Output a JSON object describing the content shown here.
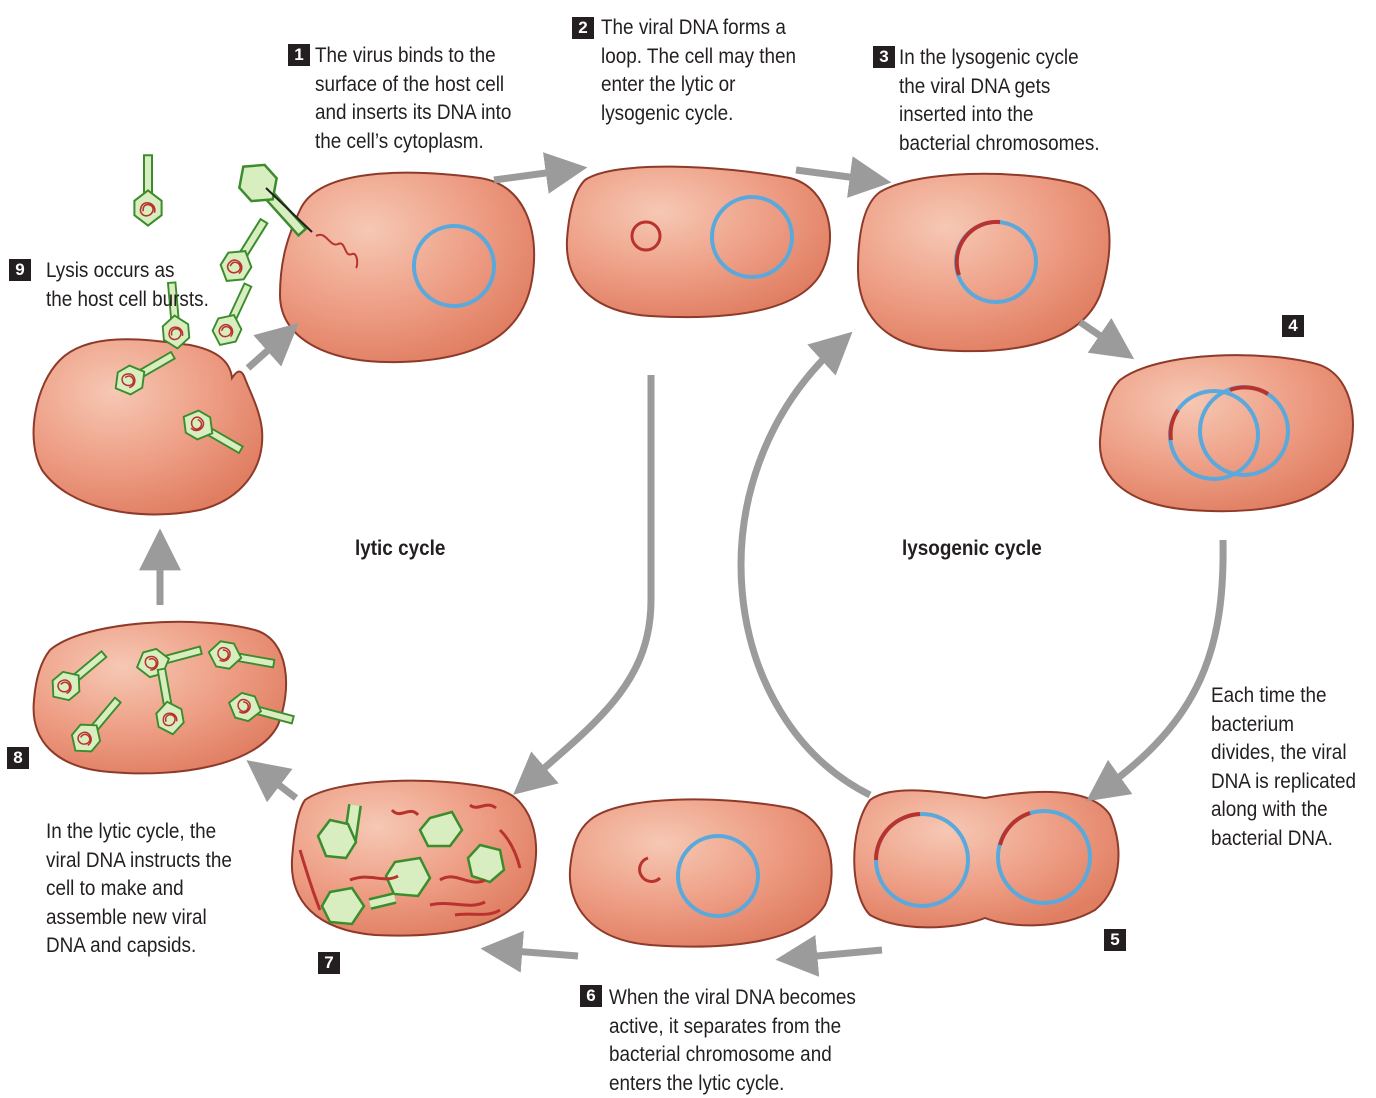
{
  "steps": {
    "s1": {
      "num": "1",
      "lines": [
        "The virus binds to the",
        "surface of the host cell",
        "and inserts its DNA into",
        "the cell’s cytoplasm."
      ]
    },
    "s2": {
      "num": "2",
      "lines": [
        "The viral DNA forms a",
        "loop. The cell may then",
        "enter the lytic or",
        "lysogenic cycle."
      ]
    },
    "s3": {
      "num": "3",
      "lines": [
        "In the lysogenic cycle",
        "the viral DNA gets",
        "inserted into the",
        "bacterial chromosomes."
      ]
    },
    "s4": {
      "num": "4"
    },
    "s5": {
      "num": "5",
      "lines": [
        "Each time the",
        "bacterium",
        "divides, the viral",
        "DNA is replicated",
        "along with the",
        "bacterial DNA."
      ]
    },
    "s6": {
      "num": "6",
      "lines": [
        "When the viral DNA becomes",
        "active, it separates from the",
        "bacterial chromosome and",
        "enters the lytic cycle."
      ]
    },
    "s7": {
      "num": "7",
      "lines": [
        "In the lytic cycle, the",
        "viral DNA instructs the",
        "cell to make and",
        "assemble new viral",
        "DNA and capsids."
      ]
    },
    "s8": {
      "num": "8"
    },
    "s9": {
      "num": "9",
      "lines": [
        "Lysis occurs as",
        "the host cell bursts."
      ]
    }
  },
  "cycles": {
    "lytic": "lytic cycle",
    "lysogenic": "lysogenic cycle"
  },
  "colors": {
    "cell_fill": "#ec9a80",
    "cell_stroke": "#8e3a2a",
    "bacterial_dna": "#5aa9dc",
    "viral_dna": "#b8332d",
    "phage_fill": "#d8eec0",
    "phage_stroke": "#3b8c2c",
    "arrow": "#9b9b9b"
  }
}
